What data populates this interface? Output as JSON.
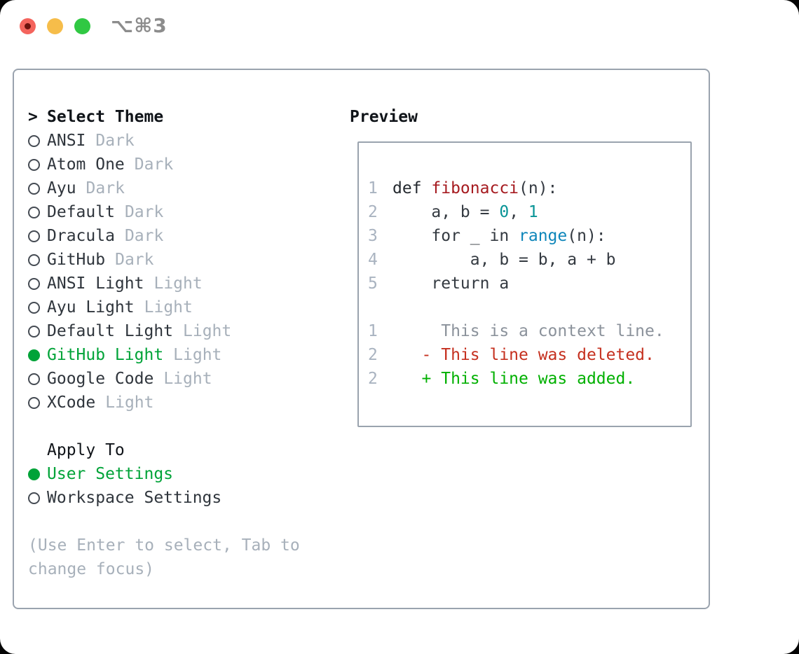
{
  "titlebar": {
    "title": "⌥⌘3"
  },
  "theme_panel": {
    "header": {
      "marker": ">",
      "label": "Select Theme"
    },
    "themes": [
      {
        "name": "ANSI",
        "tag": "Dark",
        "selected": false
      },
      {
        "name": "Atom One",
        "tag": "Dark",
        "selected": false
      },
      {
        "name": "Ayu",
        "tag": "Dark",
        "selected": false
      },
      {
        "name": "Default",
        "tag": "Dark",
        "selected": false
      },
      {
        "name": "Dracula",
        "tag": "Dark",
        "selected": false
      },
      {
        "name": "GitHub",
        "tag": "Dark",
        "selected": false
      },
      {
        "name": "ANSI Light",
        "tag": "Light",
        "selected": false
      },
      {
        "name": "Ayu Light",
        "tag": "Light",
        "selected": false
      },
      {
        "name": "Default Light",
        "tag": "Light",
        "selected": false
      },
      {
        "name": "GitHub Light",
        "tag": "Light",
        "selected": true
      },
      {
        "name": "Google Code",
        "tag": "Light",
        "selected": false
      },
      {
        "name": "XCode",
        "tag": "Light",
        "selected": false
      }
    ],
    "apply": {
      "header": "Apply To",
      "options": [
        {
          "label": "User Settings",
          "selected": true
        },
        {
          "label": "Workspace Settings",
          "selected": false
        }
      ]
    },
    "hint": "(Use Enter to select, Tab to change focus)"
  },
  "preview": {
    "header": "Preview",
    "code": [
      {
        "num": "1",
        "segments": [
          {
            "text": "def ",
            "cls": "s-k"
          },
          {
            "text": "fibonacci",
            "cls": "s-fn"
          },
          {
            "text": "(n):",
            "cls": "s-code"
          }
        ]
      },
      {
        "num": "2",
        "segments": [
          {
            "text": "    a, b = ",
            "cls": "s-code"
          },
          {
            "text": "0",
            "cls": "s-num"
          },
          {
            "text": ", ",
            "cls": "s-code"
          },
          {
            "text": "1",
            "cls": "s-num"
          }
        ]
      },
      {
        "num": "3",
        "segments": [
          {
            "text": "    for _ in ",
            "cls": "s-code"
          },
          {
            "text": "range",
            "cls": "s-bi"
          },
          {
            "text": "(n):",
            "cls": "s-code"
          }
        ]
      },
      {
        "num": "4",
        "segments": [
          {
            "text": "        a, b = b, a + b",
            "cls": "s-code"
          }
        ]
      },
      {
        "num": "5",
        "segments": [
          {
            "text": "    return a",
            "cls": "s-code"
          }
        ]
      },
      {
        "num": "",
        "segments": []
      },
      {
        "num": "1",
        "segments": [
          {
            "text": "     This is a context line.",
            "cls": "s-ctx"
          }
        ]
      },
      {
        "num": "2",
        "segments": [
          {
            "text": "   - This line was deleted.",
            "cls": "s-del"
          }
        ]
      },
      {
        "num": "2",
        "segments": [
          {
            "text": "   + This line was added.",
            "cls": "s-add"
          }
        ]
      }
    ]
  },
  "colors": {
    "accent_green": "#00a338",
    "function_red": "#a61b20",
    "number_teal": "#089496",
    "builtin_blue": "#0e86ba",
    "deleted_red": "#c5301f",
    "added_green": "#00b000",
    "panel_border_gray": "#9aa3ae"
  }
}
